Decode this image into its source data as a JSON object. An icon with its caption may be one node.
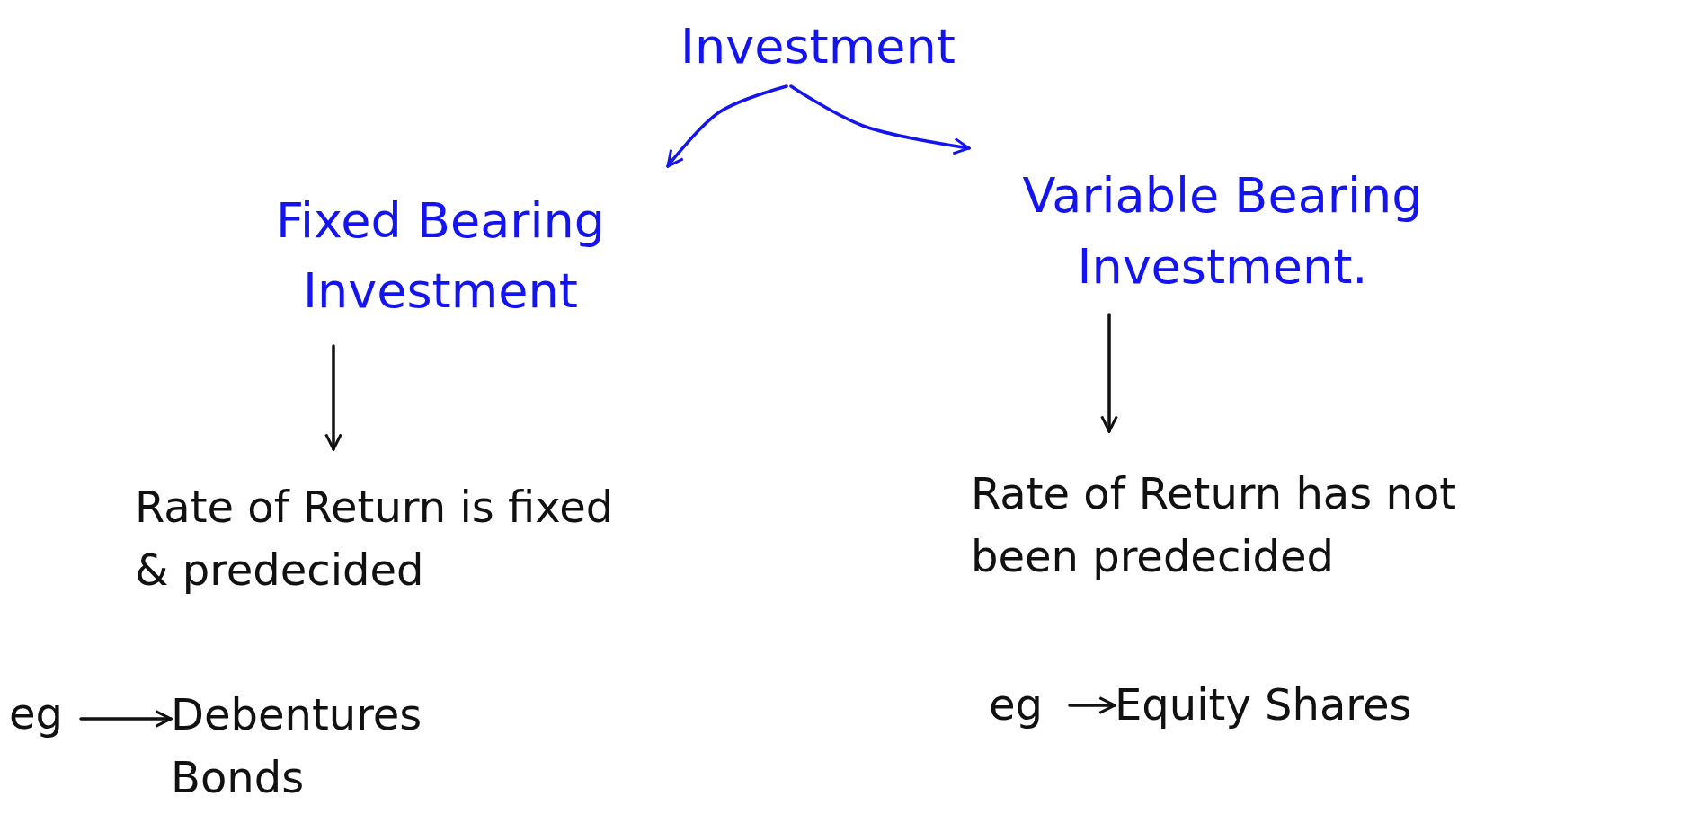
{
  "diagram": {
    "nodes": [
      {
        "text": [
          "Investment"
        ]
      },
      {
        "text": [
          "Fixed Bearing Investment"
        ]
      },
      {
        "text": [
          "Variable Bearing Investment."
        ]
      },
      {
        "text": [
          "Rate of Return is fixed & predecided"
        ]
      },
      {
        "text": [
          "Rate of Return has not been predecided"
        ]
      },
      {
        "text": [
          "eg"
        ]
      },
      {
        "text": [
          "Debentures",
          "Bonds"
        ]
      },
      {
        "text": [
          "eg"
        ]
      },
      {
        "text": [
          "Equity Shares"
        ]
      }
    ],
    "edges": [
      {
        "from": 0,
        "to": 1,
        "arrow": "to",
        "color": "#1414f0"
      },
      {
        "from": 0,
        "to": 2,
        "arrow": "to",
        "color": "#1414f0"
      },
      {
        "from": 1,
        "to": 3,
        "arrow": "to"
      },
      {
        "from": 2,
        "to": 4,
        "arrow": "to"
      },
      {
        "from": 5,
        "to": 6,
        "arrow": "to"
      },
      {
        "from": 7,
        "to": 8,
        "arrow": "to"
      }
    ]
  }
}
